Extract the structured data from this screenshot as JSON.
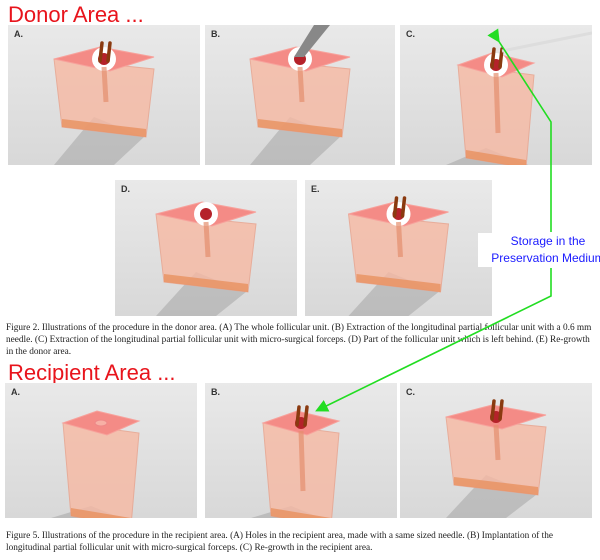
{
  "headers": {
    "donor": "Donor Area ...",
    "recipient": "Recipient Area ..."
  },
  "donor_panels": [
    {
      "label": "A.",
      "variant": "whole"
    },
    {
      "label": "B.",
      "variant": "needle"
    },
    {
      "label": "C.",
      "variant": "forceps"
    },
    {
      "label": "D.",
      "variant": "left"
    },
    {
      "label": "E.",
      "variant": "regrowth"
    }
  ],
  "recipient_panels": [
    {
      "label": "A.",
      "variant": "hole"
    },
    {
      "label": "B.",
      "variant": "implant"
    },
    {
      "label": "C.",
      "variant": "regrowth2"
    }
  ],
  "captions": {
    "figure2": "Figure 2.  Illustrations of the procedure in the donor area. (A) The whole follicular unit. (B) Extraction of the longitudinal partial follicular unit with a 0.6 mm needle. (C) Extraction of the longitudinal partial follicular unit with micro-surgical forceps. (D) Part of the follicular unit which is left behind. (E) Re-growth in the donor area.",
    "figure5": "Figure 5.  Illustrations of the procedure in the recipient area. (A) Holes in the recipient area, made with a same sized needle. (B) Implantation of the longitudinal partial follicular unit with micro-surgical forceps. (C) Re-growth in the recipient area."
  },
  "annotation": {
    "storage_line1": "Storage in the",
    "storage_line2": "Preservation Medium",
    "arrow_color": "#22dd22"
  }
}
